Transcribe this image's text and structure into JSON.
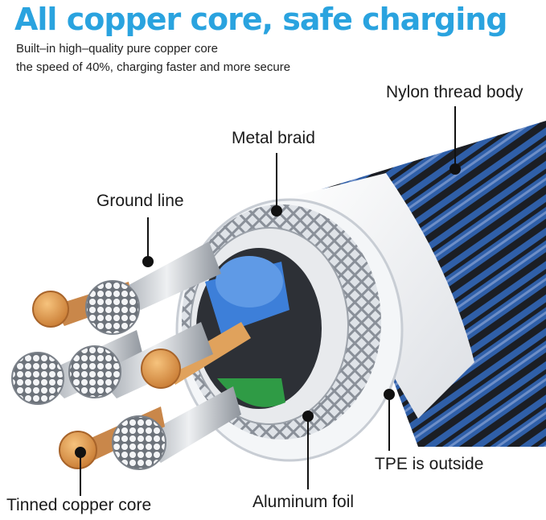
{
  "headline": "All copper core, safe charging",
  "subtitle_lines": [
    "Built–in high–quality pure copper core",
    "the speed of 40%, charging faster and more secure"
  ],
  "callouts": {
    "nylon": "Nylon thread body",
    "metal_braid": "Metal braid",
    "ground_line": "Ground line",
    "tpe": "TPE is outside",
    "aluminum_foil": "Aluminum foil",
    "tinned_copper": "Tinned copper core"
  },
  "colors": {
    "headline": "#2aa3df",
    "braid_blue": "#2f5fa8",
    "braid_black": "#1b1e24",
    "copper": "#e6a25a",
    "wire_blue": "#3d7fd9"
  }
}
